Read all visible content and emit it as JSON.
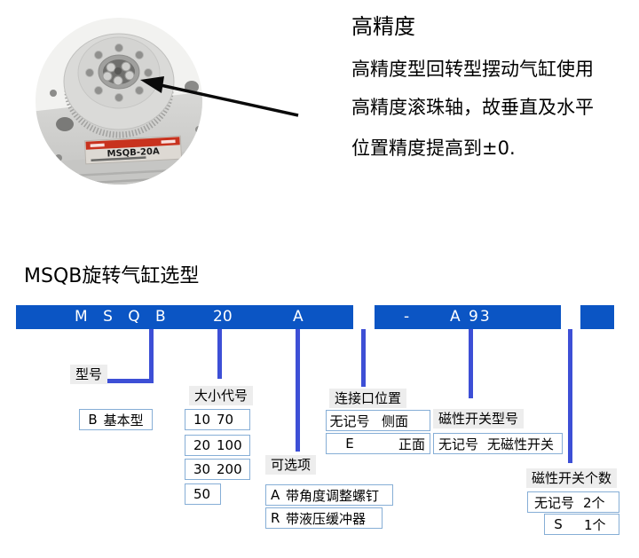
{
  "hero": {
    "product_label": "MSQB-20A"
  },
  "feature": {
    "title": "高精度",
    "line1": "高精度型回转型摆动气缸使用",
    "line2": "高精度滚珠轴，故垂直及水平",
    "line3": "位置精度提高到±0."
  },
  "selection": {
    "title": "MSQB旋转气缸选型",
    "bar": {
      "series": "M S Q B",
      "size": "20",
      "option": "A",
      "dash": "-",
      "switch_model": "A 93"
    },
    "callouts": {
      "model": {
        "label": "型号",
        "rows": [
          [
            "B",
            "基本型"
          ]
        ]
      },
      "size": {
        "label": "大小代号",
        "rows": [
          [
            "10",
            "70"
          ],
          [
            "20",
            "100"
          ],
          [
            "30",
            "200"
          ],
          [
            "50",
            ""
          ]
        ]
      },
      "options": {
        "label": "可选项",
        "rows": [
          [
            "A",
            "带角度调整螺钉"
          ],
          [
            "R",
            "带液压缓冲器"
          ]
        ]
      },
      "port": {
        "label": "连接口位置",
        "rows": [
          [
            "无记号",
            "侧面"
          ],
          [
            "E",
            "正面"
          ]
        ]
      },
      "switch_model": {
        "label": "磁性开关型号",
        "rows": [
          [
            "无记号",
            "无磁性开关"
          ]
        ]
      },
      "switch_count": {
        "label": "磁性开关个数",
        "rows": [
          [
            "无记号",
            "2个"
          ],
          [
            "S",
            "1个"
          ]
        ]
      }
    }
  },
  "colors": {
    "bar_blue": "#0b55c4",
    "line_blue": "#3d4fd6",
    "box_border_blue": "#86aed6",
    "tag_gray": "#ededed",
    "label_red": "#c8321e"
  }
}
